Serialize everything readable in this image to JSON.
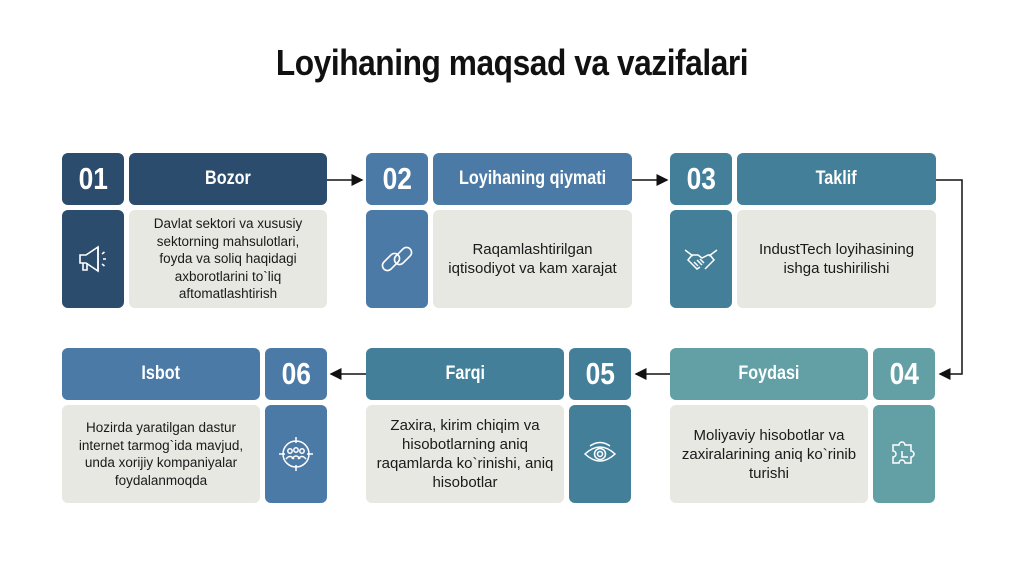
{
  "title": "Loyihaning maqsad va vazifalari",
  "colors": {
    "step1": "#2b4c6c",
    "step2": "#4c7aa7",
    "step3": "#437f99",
    "step4": "#62a0a6",
    "step5": "#437f99",
    "step6": "#4c7aa7",
    "description_bg": "#e7e8e1"
  },
  "steps": [
    {
      "number": "01",
      "heading": "Bozor",
      "icon": "megaphone-icon",
      "description": "Davlat sektori va xususiy sektorning mahsulotlari, foyda va soliq haqidagi axborotlarini to`liq aftomatlashtirish"
    },
    {
      "number": "02",
      "heading": "Loyihaning qiymati",
      "icon": "chain-link-icon",
      "description": "Raqamlashtirilgan iqtisodiyot va kam xarajat"
    },
    {
      "number": "03",
      "heading": "Taklif",
      "icon": "handshake-icon",
      "description": "IndustTech loyihasining ishga tushirilishi"
    },
    {
      "number": "04",
      "heading": "Foydasi",
      "icon": "puzzle-icon",
      "description": "Moliyaviy hisobotlar va zaxiralarining aniq ko`rinib turishi"
    },
    {
      "number": "05",
      "heading": "Farqi",
      "icon": "eye-icon",
      "description": "Zaxira, kirim chiqim va hisobotlarning aniq raqamlarda ko`rinishi, aniq hisobotlar"
    },
    {
      "number": "06",
      "heading": "Isbot",
      "icon": "target-audience-icon",
      "description": "Hozirda  yaratilgan dastur internet tarmog`ida mavjud, unda xorijiy kompaniyalar foydalanmoqda"
    }
  ]
}
